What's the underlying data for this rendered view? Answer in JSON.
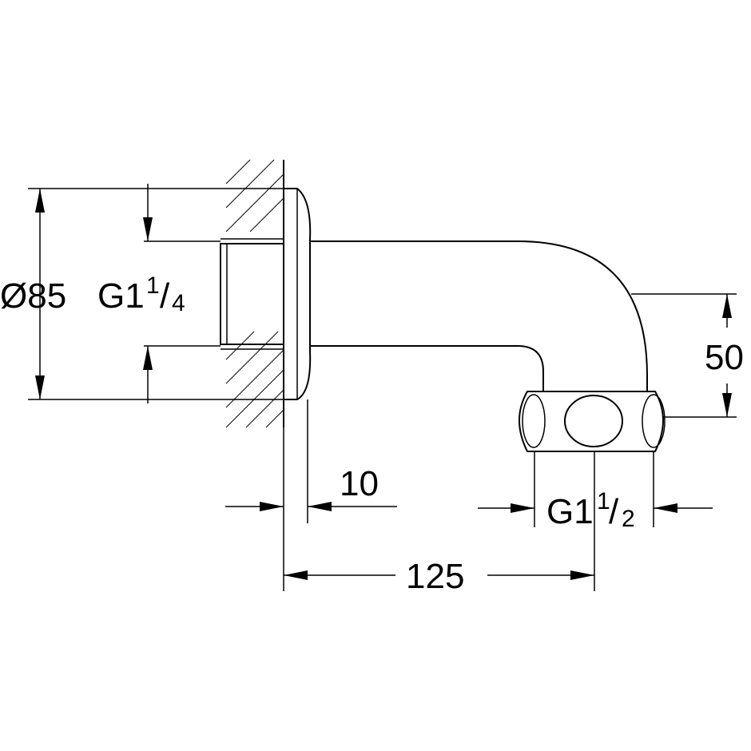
{
  "dimensions": {
    "flange_diameter": "Ø85",
    "inlet_thread": {
      "prefix": "G1",
      "numerator": "1",
      "denominator": "4"
    },
    "wall_offset": "10",
    "projection": "125",
    "outlet_height": "50",
    "outlet_thread": {
      "prefix": "G1",
      "numerator": "1",
      "denominator": "2"
    }
  }
}
